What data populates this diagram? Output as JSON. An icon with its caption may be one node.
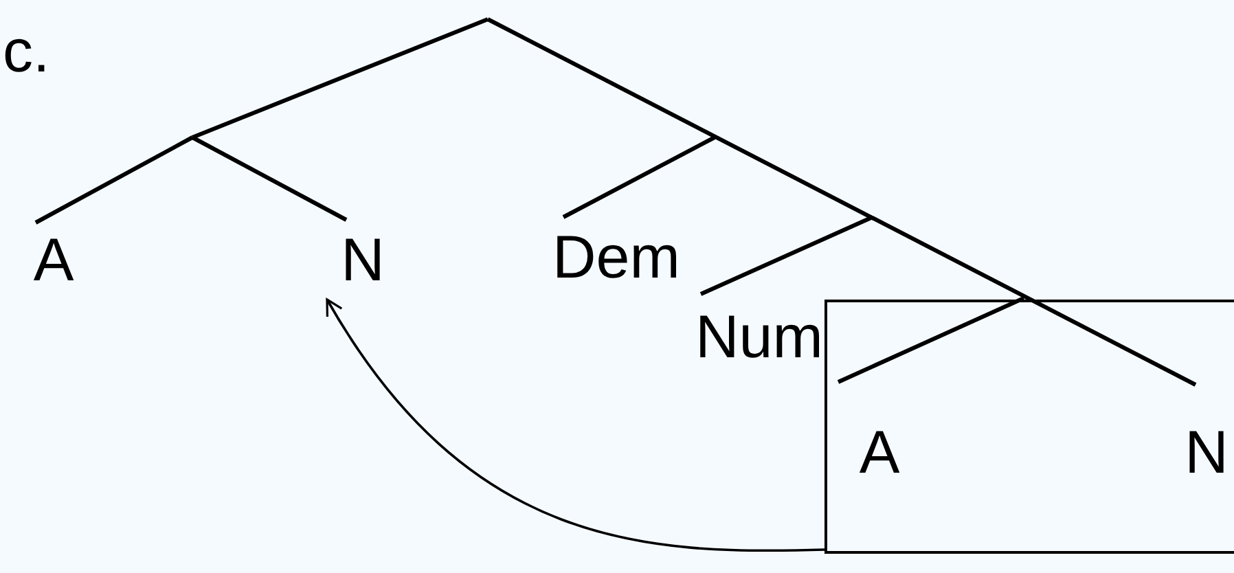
{
  "diagram": {
    "nodes": [
      {
        "text": [
          "A"
        ]
      },
      {
        "text": [
          "N"
        ]
      },
      {
        "text": [
          "Dem"
        ]
      },
      {
        "text": [
          "Num"
        ]
      },
      {
        "text": [],
        "shape": "box"
      },
      {
        "text": [
          "A"
        ],
        "in": 4
      },
      {
        "text": [
          "N"
        ],
        "in": 4
      }
    ],
    "edges": [
      {
        "from": 4,
        "to": 1,
        "arrow": "to"
      }
    ],
    "labels": [
      "c."
    ]
  }
}
